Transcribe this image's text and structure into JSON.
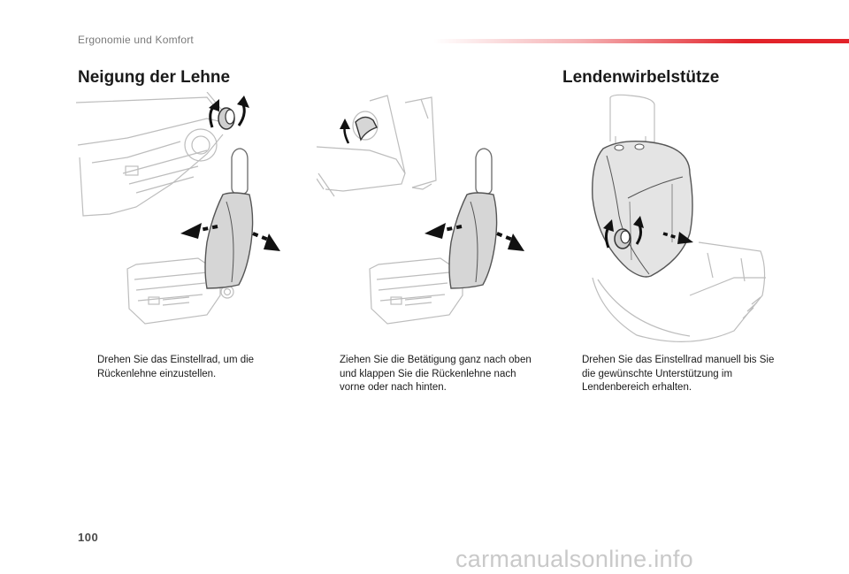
{
  "header": {
    "section_title": "Ergonomie und Komfort",
    "accent_color": "#e2232a"
  },
  "left": {
    "heading": "Neigung der Lehne"
  },
  "right": {
    "heading": "Lendenwirbelstütze"
  },
  "instructions": [
    {
      "bullet": "",
      "text": "Drehen Sie das Einstellrad, um die Rückenlehne einzustellen."
    },
    {
      "bullet": "",
      "text": "Ziehen Sie die Betätigung ganz nach oben und klappen Sie die Rückenlehne nach vorne oder nach hinten."
    },
    {
      "bullet": "",
      "text": "Drehen Sie das Einstellrad manuell bis Sie die gewünschte Unterstützung im Lendenbereich erhalten."
    }
  ],
  "footer": {
    "page_number": "100",
    "watermark": "carmanualsonline.info"
  },
  "icons": [
    "rotary-knob-icon",
    "lever-icon",
    "arrow-icon"
  ]
}
